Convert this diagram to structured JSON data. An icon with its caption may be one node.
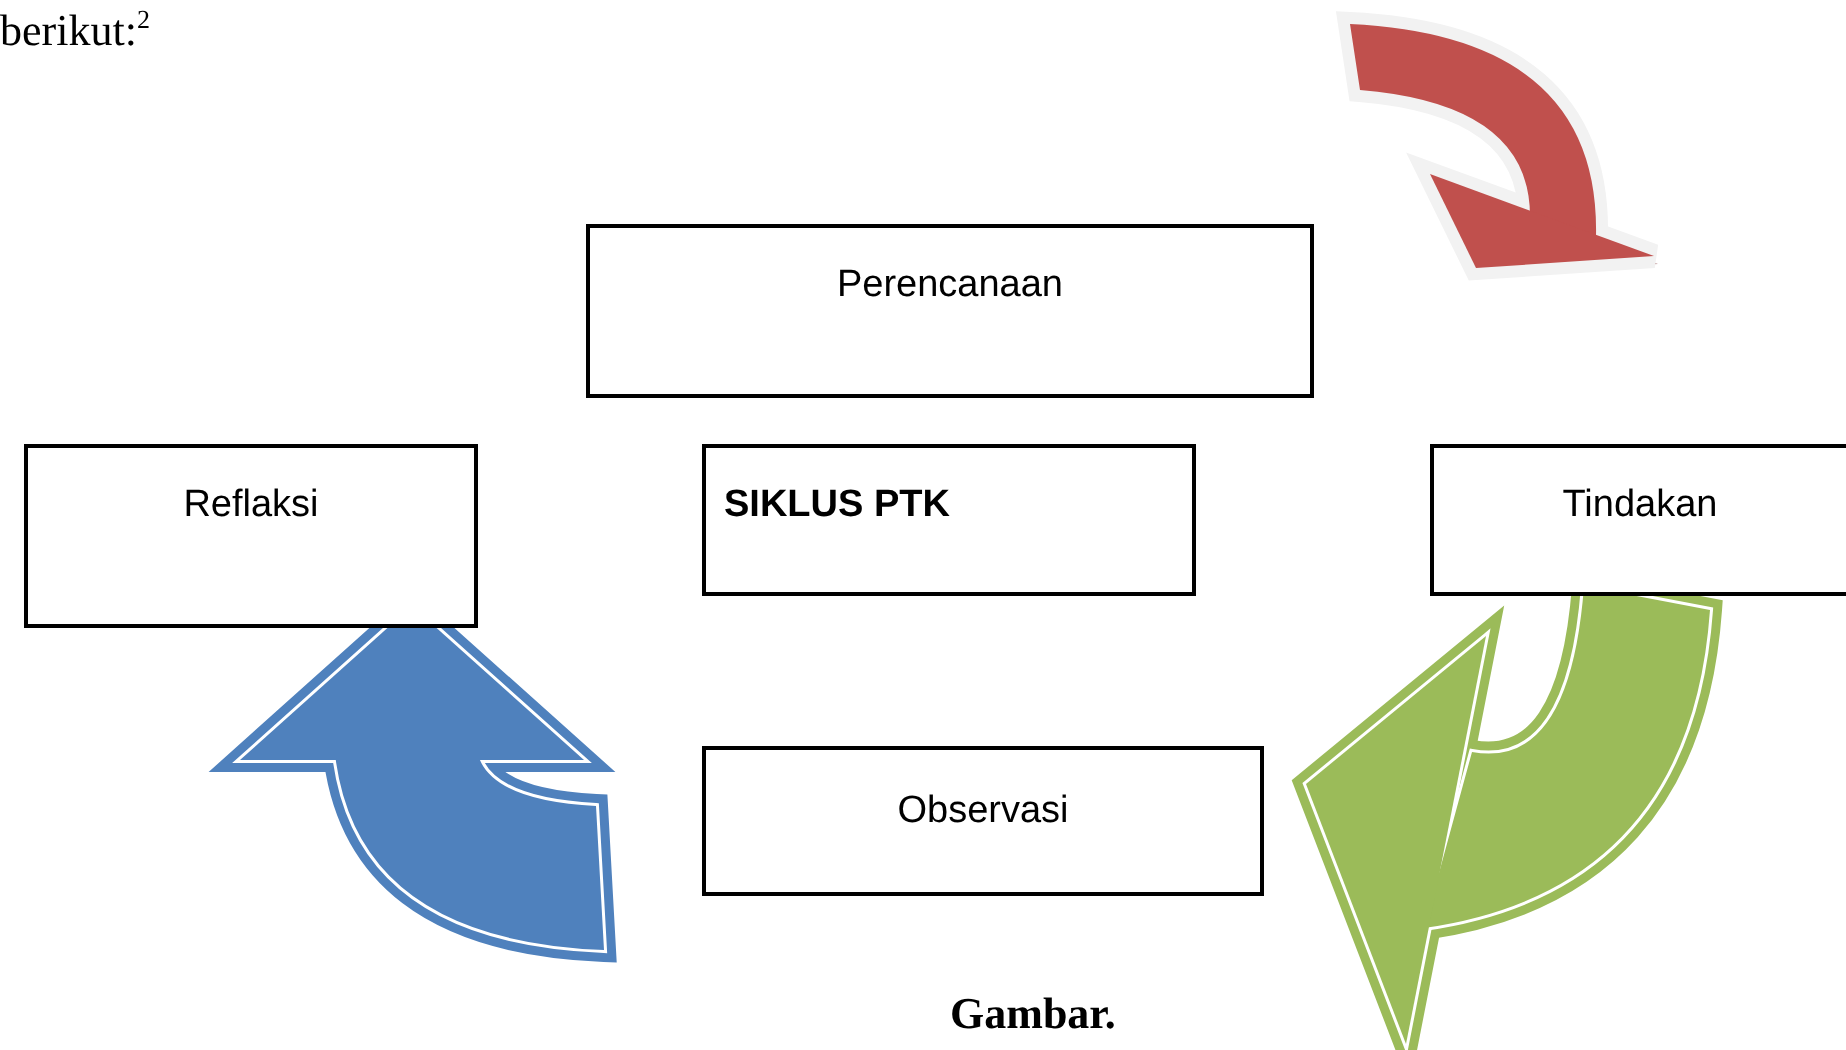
{
  "diagram": {
    "caption": "Gambar.",
    "nodes": [
      {
        "text": [
          "Perencanaan"
        ]
      },
      {
        "text": [
          "Reflaksi"
        ]
      },
      {
        "text": [
          "SIKLUS PTK"
        ]
      },
      {
        "text": [
          "Tindakan"
        ]
      },
      {
        "text": [
          "Observasi"
        ]
      }
    ],
    "labels": [
      "berikut:$^{2}$"
    ]
  }
}
